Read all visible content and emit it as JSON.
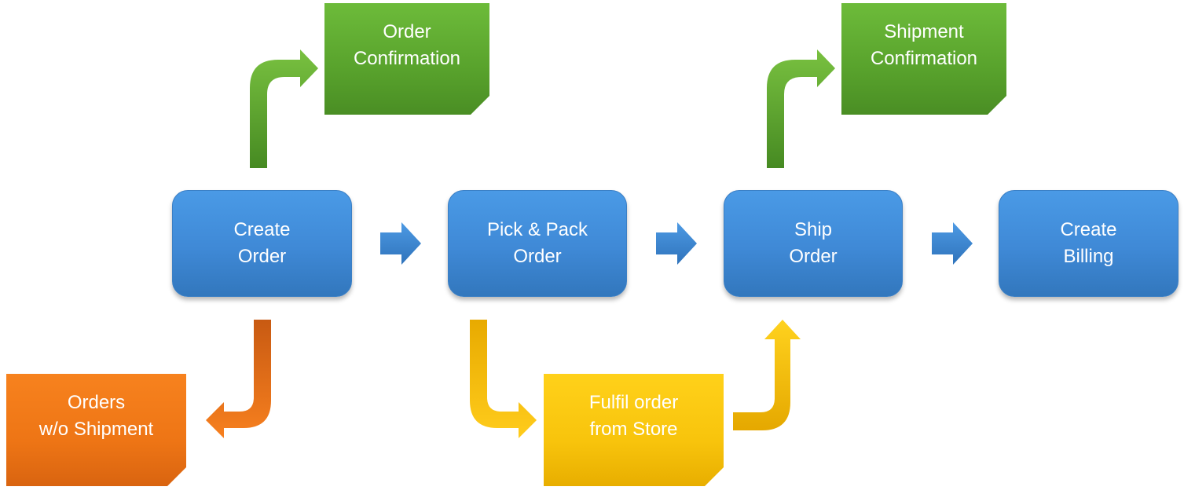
{
  "diagram": {
    "steps": {
      "create_order": [
        "Create",
        "Order"
      ],
      "pick_pack": [
        "Pick & Pack",
        "Order"
      ],
      "ship_order": [
        "Ship",
        "Order"
      ],
      "create_billing": [
        "Create",
        "Billing"
      ]
    },
    "notes": {
      "order_confirmation": [
        "Order",
        "Confirmation"
      ],
      "shipment_confirmation": [
        "Shipment",
        "Confirmation"
      ],
      "orders_without_shipment": [
        "Orders",
        "w/o Shipment"
      ],
      "fulfil_from_store": [
        "Fulfil order",
        "from Store"
      ]
    },
    "colors": {
      "step_blue": "#3f89d6",
      "confirmation_green": "#58a22c",
      "exception_orange": "#ee7515",
      "store_yellow": "#f8c40c"
    }
  }
}
